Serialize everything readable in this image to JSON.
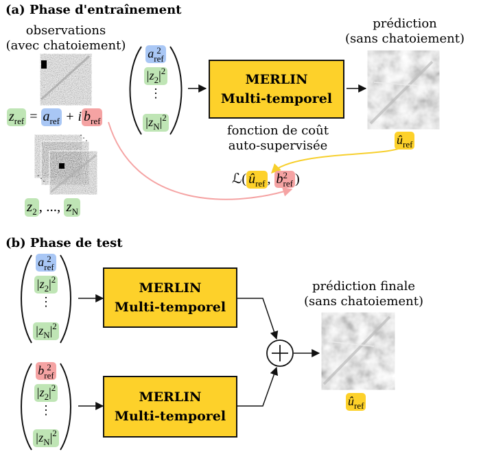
{
  "training": {
    "title": "(a) Phase d'entraînement",
    "obs_caption_line1": "observations",
    "obs_caption_line2": "(avec chatoiement)",
    "z_ref": "z",
    "ref_sub": "ref",
    "eq_sign": "=",
    "a_ref": "a",
    "plus_i": "+ i",
    "b_ref": "b",
    "z_list": ", ..., ",
    "z2": "z",
    "z2_sub": "2",
    "zN": "z",
    "zN_sub": "N",
    "vector": {
      "a2": "a",
      "sq": "2",
      "z2_abs": "|z",
      "zN_abs": "|z",
      "close_abs": "|",
      "dots": "⋮"
    },
    "model_line1": "MERLIN",
    "model_line2": "Multi-temporel",
    "pred_caption_line1": "prédiction",
    "pred_caption_line2": "(sans chatoiement)",
    "loss_caption_line1": "fonction de coût",
    "loss_caption_line2": "auto-supervisée",
    "u_hat": "û",
    "loss_L": "ℒ(",
    "loss_comma": ",",
    "loss_close": ")"
  },
  "test": {
    "title": "(b) Phase de test",
    "model_line1": "MERLIN",
    "model_line2": "Multi-temporel",
    "pred_caption_line1": "prédiction finale",
    "pred_caption_line2": "(sans chatoiement)",
    "plus": "+",
    "u_hat": "û"
  },
  "colors": {
    "blue_highlight": "#a9c7f5",
    "green_highlight": "#bfe5b5",
    "red_highlight": "#f5a3a3",
    "yellow_highlight": "#fdd12a",
    "pink_arrow": "#f5a3a3",
    "yellow_arrow": "#f7cf2b"
  }
}
